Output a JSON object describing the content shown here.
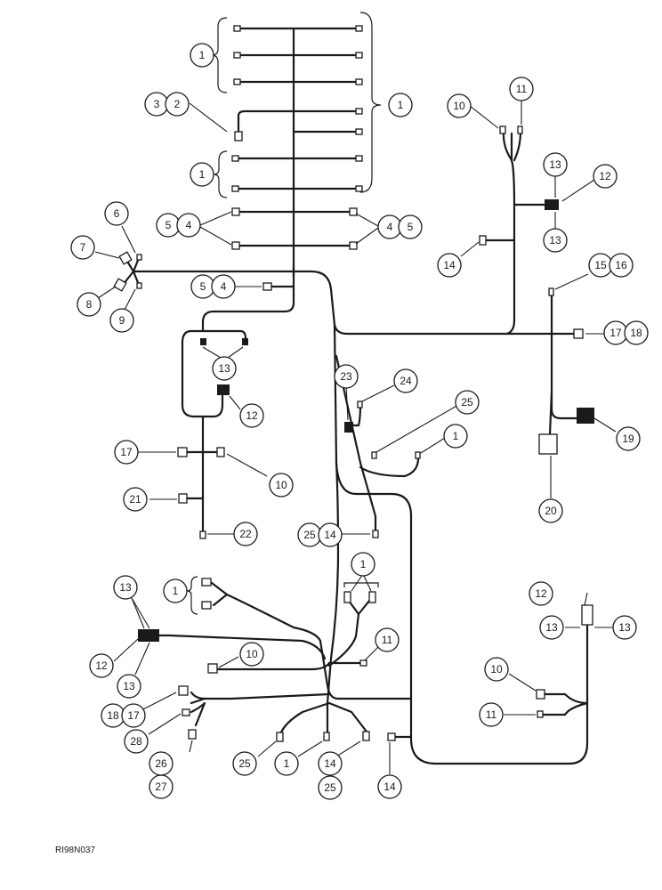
{
  "drawing_code": "RI98N037",
  "callouts": [
    {
      "id": "c1a",
      "label": "1"
    },
    {
      "id": "c1b",
      "label": "1"
    },
    {
      "id": "c1c",
      "label": "1"
    },
    {
      "id": "c3",
      "label": "3"
    },
    {
      "id": "c2",
      "label": "2"
    },
    {
      "id": "c5a",
      "label": "5"
    },
    {
      "id": "c4a",
      "label": "4"
    },
    {
      "id": "c4b",
      "label": "4"
    },
    {
      "id": "c5b",
      "label": "5"
    },
    {
      "id": "c6",
      "label": "6"
    },
    {
      "id": "c7",
      "label": "7"
    },
    {
      "id": "c8",
      "label": "8"
    },
    {
      "id": "c9",
      "label": "9"
    },
    {
      "id": "c5c",
      "label": "5"
    },
    {
      "id": "c4c",
      "label": "4"
    },
    {
      "id": "c10a",
      "label": "10"
    },
    {
      "id": "c11a",
      "label": "11"
    },
    {
      "id": "c13a",
      "label": "13"
    },
    {
      "id": "c12a",
      "label": "12"
    },
    {
      "id": "c13b",
      "label": "13"
    },
    {
      "id": "c14a",
      "label": "14"
    },
    {
      "id": "c15",
      "label": "15"
    },
    {
      "id": "c16",
      "label": "16"
    },
    {
      "id": "c17a",
      "label": "17"
    },
    {
      "id": "c18a",
      "label": "18"
    },
    {
      "id": "c19",
      "label": "19"
    },
    {
      "id": "c20",
      "label": "20"
    },
    {
      "id": "c13c",
      "label": "13"
    },
    {
      "id": "c12b",
      "label": "12"
    },
    {
      "id": "c23",
      "label": "23"
    },
    {
      "id": "c24",
      "label": "24"
    },
    {
      "id": "c25a",
      "label": "25"
    },
    {
      "id": "c1d",
      "label": "1"
    },
    {
      "id": "c17b",
      "label": "17"
    },
    {
      "id": "c10b",
      "label": "10"
    },
    {
      "id": "c21",
      "label": "21"
    },
    {
      "id": "c22",
      "label": "22"
    },
    {
      "id": "c25b",
      "label": "25"
    },
    {
      "id": "c14b",
      "label": "14"
    },
    {
      "id": "c1e",
      "label": "1"
    },
    {
      "id": "c1f",
      "label": "1"
    },
    {
      "id": "c13d",
      "label": "13"
    },
    {
      "id": "c12c",
      "label": "12"
    },
    {
      "id": "c13e",
      "label": "13"
    },
    {
      "id": "c10c",
      "label": "10"
    },
    {
      "id": "c11b",
      "label": "11"
    },
    {
      "id": "c18b",
      "label": "18"
    },
    {
      "id": "c17c",
      "label": "17"
    },
    {
      "id": "c28",
      "label": "28"
    },
    {
      "id": "c26",
      "label": "26"
    },
    {
      "id": "c27",
      "label": "27"
    },
    {
      "id": "c25c",
      "label": "25"
    },
    {
      "id": "c1g",
      "label": "1"
    },
    {
      "id": "c14c",
      "label": "14"
    },
    {
      "id": "c25d",
      "label": "25"
    },
    {
      "id": "c14d",
      "label": "14"
    },
    {
      "id": "c12d",
      "label": "12"
    },
    {
      "id": "c13f",
      "label": "13"
    },
    {
      "id": "c13g",
      "label": "13"
    },
    {
      "id": "c10d",
      "label": "10"
    },
    {
      "id": "c11c",
      "label": "11"
    }
  ]
}
